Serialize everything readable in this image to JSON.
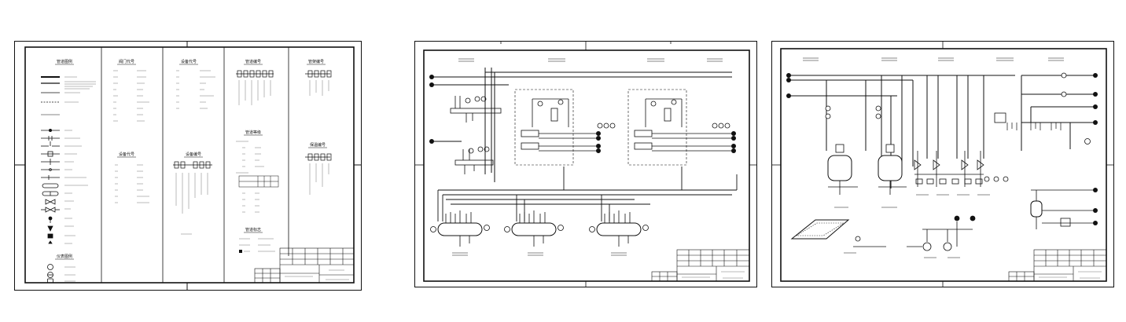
{
  "sheets": [
    {
      "id": "legend",
      "columns": [
        {
          "title": "管道图例",
          "title2": "仪表图例"
        },
        {
          "title": "阀门代号",
          "title2": "设备代号"
        },
        {
          "title": "设备代号",
          "title2": "设备编号"
        },
        {
          "title": "管道编号",
          "title2": "管道等级",
          "title3": "管道标志"
        },
        {
          "title": "管架编号",
          "title2": "保温编号"
        }
      ]
    },
    {
      "id": "pid-1"
    },
    {
      "id": "pid-2"
    }
  ],
  "colors": {
    "line": "#111111",
    "paper": "#ffffff"
  }
}
